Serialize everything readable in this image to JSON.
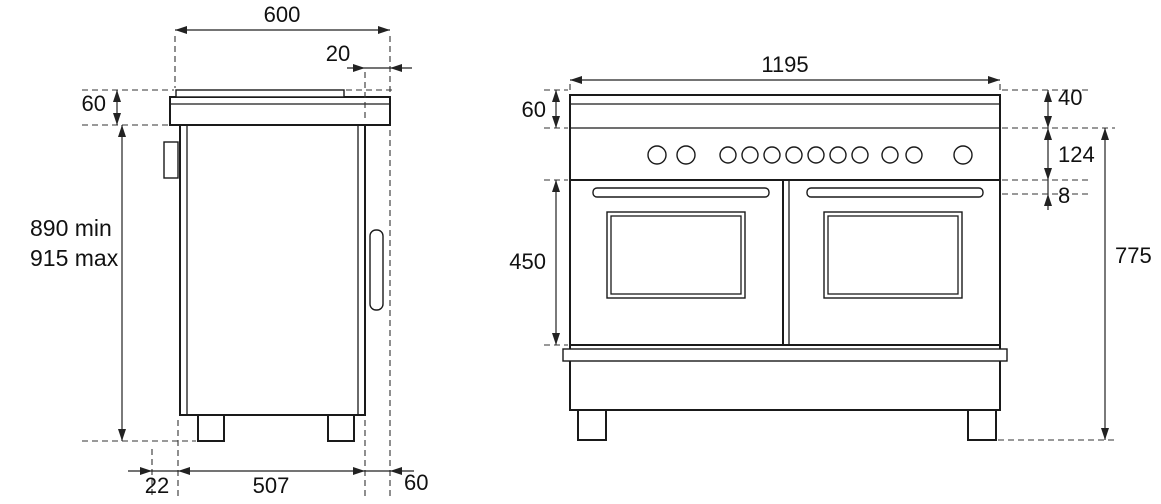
{
  "drawing": {
    "line_color": "#1a1a1a",
    "side_view": {
      "dim_top_width": "600",
      "dim_overhang": "20",
      "dim_hob_height": "60",
      "dim_height_min": "890 min",
      "dim_height_max": "915 max",
      "dim_bottom_rear": "22",
      "dim_bottom_depth": "507",
      "dim_bottom_front": "60"
    },
    "front_view": {
      "dim_width": "1195",
      "dim_hob_height": "60",
      "dim_top_band": "40",
      "dim_panel_height": "124",
      "dim_panel_gap": "8",
      "dim_door_height": "450",
      "dim_total_height": "775"
    }
  }
}
